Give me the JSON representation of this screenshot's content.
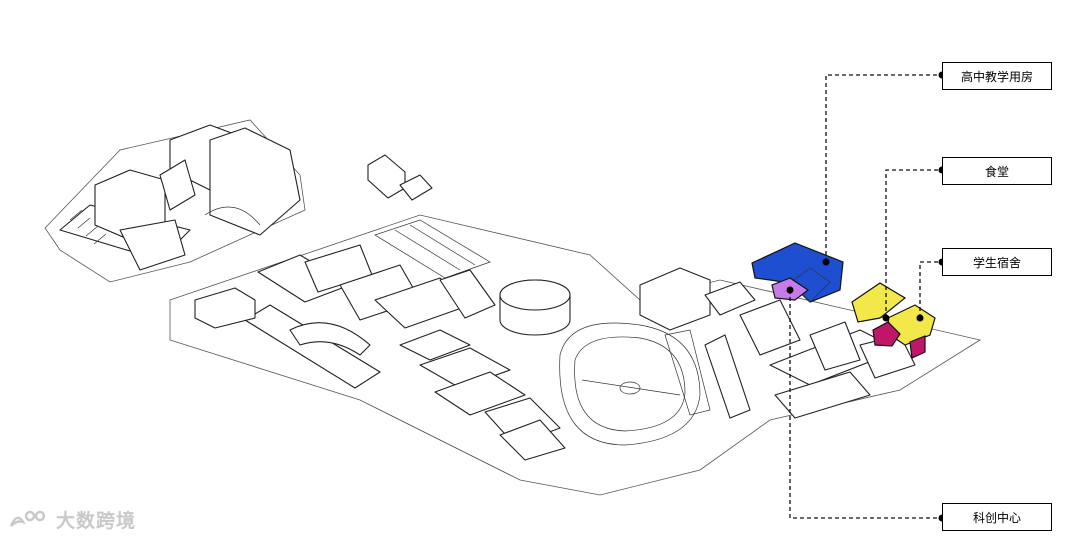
{
  "labels": {
    "high_school_teaching": "高中教学用房",
    "canteen": "食堂",
    "student_dorm": "学生宿舍",
    "research_center": "科创中心"
  },
  "watermark": {
    "text": "大数跨境"
  },
  "colors": {
    "high_school_teaching": "#1f4fd1",
    "canteen_violet": "#c77be6",
    "student_dorm": "#f2e84a",
    "research_center": "#c0166a",
    "line": "#111111"
  }
}
